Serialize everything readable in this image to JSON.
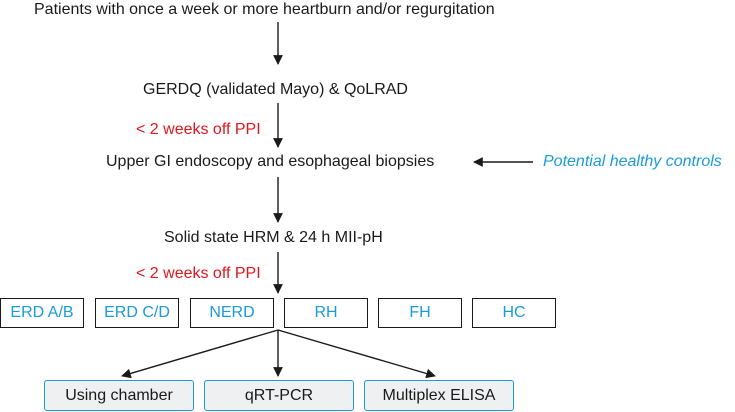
{
  "steps": {
    "patients": "Patients with once a week or more heartburn and/or regurgitation",
    "questionnaire": "GERDQ (validated Mayo) & QoLRAD",
    "off_ppi_1": "< 2 weeks off PPI",
    "endoscopy": "Upper GI endoscopy and esophageal biopsies",
    "healthy_controls": "Potential healthy controls",
    "hrm": "Solid state HRM & 24 h MII-pH",
    "off_ppi_2": "< 2 weeks off PPI"
  },
  "groups": [
    "ERD A/B",
    "ERD C/D",
    "NERD",
    "RH",
    "FH",
    "HC"
  ],
  "assays": [
    "Using chamber",
    "qRT-PCR",
    "Multiplex ELISA"
  ],
  "colors": {
    "accent_red": "#e0161b",
    "accent_blue": "#1a9bd7",
    "assay_fill": "#eef0f1"
  }
}
